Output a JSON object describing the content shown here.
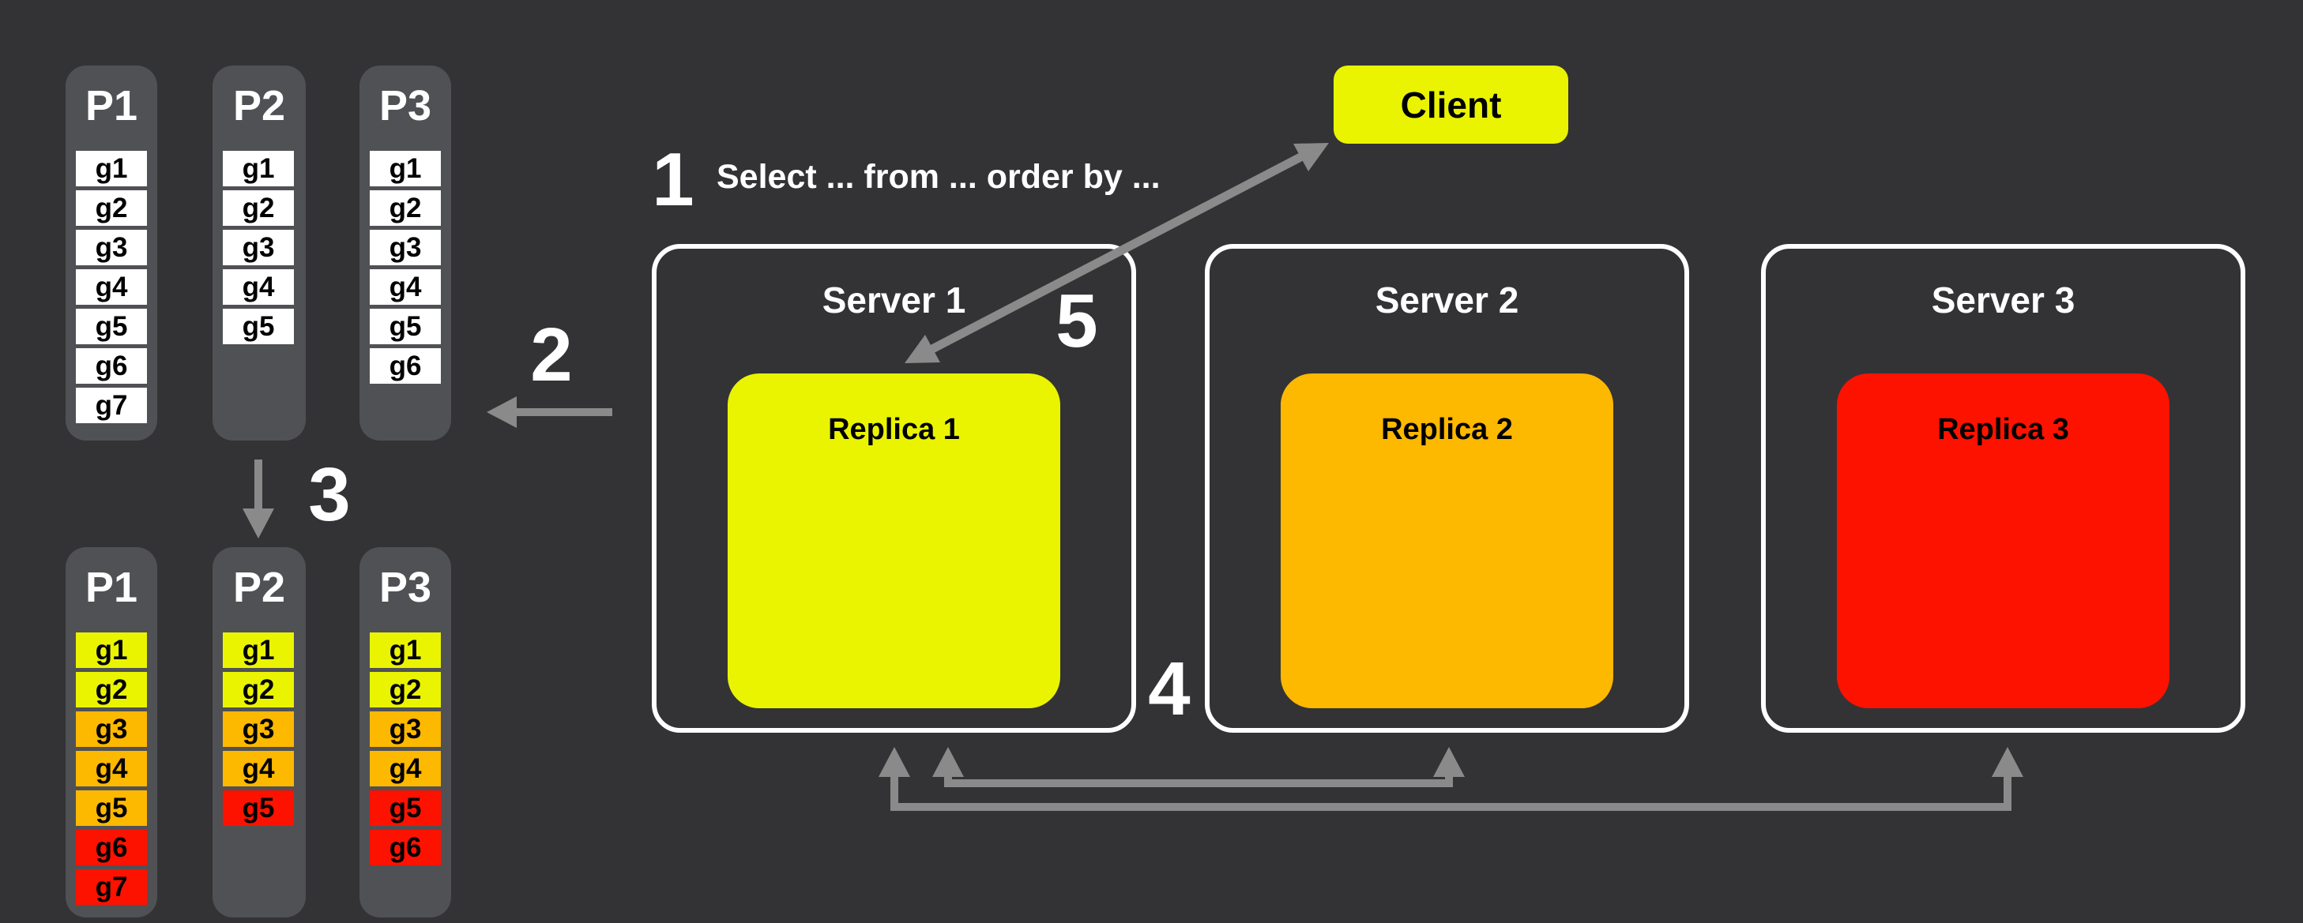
{
  "colors": {
    "bg": "#333335",
    "column": "#505154",
    "white": "#ffffff",
    "yellow": "#eaf400",
    "orange": "#fdb800",
    "red": "#fd1200",
    "arrow": "#8a8a8a"
  },
  "steps": {
    "step1": {
      "number": "1",
      "label": "Select ... from ... order by ..."
    },
    "step2": {
      "number": "2"
    },
    "step3": {
      "number": "3"
    },
    "step4": {
      "number": "4"
    },
    "step5": {
      "number": "5"
    }
  },
  "client": {
    "label": "Client"
  },
  "partitions_before": {
    "columns": [
      {
        "name": "P1",
        "cells": [
          {
            "label": "g1",
            "color": "white"
          },
          {
            "label": "g2",
            "color": "white"
          },
          {
            "label": "g3",
            "color": "white"
          },
          {
            "label": "g4",
            "color": "white"
          },
          {
            "label": "g5",
            "color": "white"
          },
          {
            "label": "g6",
            "color": "white"
          },
          {
            "label": "g7",
            "color": "white"
          }
        ]
      },
      {
        "name": "P2",
        "cells": [
          {
            "label": "g1",
            "color": "white"
          },
          {
            "label": "g2",
            "color": "white"
          },
          {
            "label": "g3",
            "color": "white"
          },
          {
            "label": "g4",
            "color": "white"
          },
          {
            "label": "g5",
            "color": "white"
          }
        ]
      },
      {
        "name": "P3",
        "cells": [
          {
            "label": "g1",
            "color": "white"
          },
          {
            "label": "g2",
            "color": "white"
          },
          {
            "label": "g3",
            "color": "white"
          },
          {
            "label": "g4",
            "color": "white"
          },
          {
            "label": "g5",
            "color": "white"
          },
          {
            "label": "g6",
            "color": "white"
          }
        ]
      }
    ]
  },
  "partitions_after": {
    "columns": [
      {
        "name": "P1",
        "cells": [
          {
            "label": "g1",
            "color": "yellow"
          },
          {
            "label": "g2",
            "color": "yellow"
          },
          {
            "label": "g3",
            "color": "orange"
          },
          {
            "label": "g4",
            "color": "orange"
          },
          {
            "label": "g5",
            "color": "orange"
          },
          {
            "label": "g6",
            "color": "red"
          },
          {
            "label": "g7",
            "color": "red"
          }
        ]
      },
      {
        "name": "P2",
        "cells": [
          {
            "label": "g1",
            "color": "yellow"
          },
          {
            "label": "g2",
            "color": "yellow"
          },
          {
            "label": "g3",
            "color": "orange"
          },
          {
            "label": "g4",
            "color": "orange"
          },
          {
            "label": "g5",
            "color": "red"
          }
        ]
      },
      {
        "name": "P3",
        "cells": [
          {
            "label": "g1",
            "color": "yellow"
          },
          {
            "label": "g2",
            "color": "yellow"
          },
          {
            "label": "g3",
            "color": "orange"
          },
          {
            "label": "g4",
            "color": "orange"
          },
          {
            "label": "g5",
            "color": "red"
          },
          {
            "label": "g6",
            "color": "red"
          }
        ]
      }
    ]
  },
  "servers": [
    {
      "name": "Server 1",
      "replica": {
        "label": "Replica 1",
        "color": "yellow"
      }
    },
    {
      "name": "Server 2",
      "replica": {
        "label": "Replica 2",
        "color": "orange"
      }
    },
    {
      "name": "Server 3",
      "replica": {
        "label": "Replica 3",
        "color": "red"
      }
    }
  ]
}
